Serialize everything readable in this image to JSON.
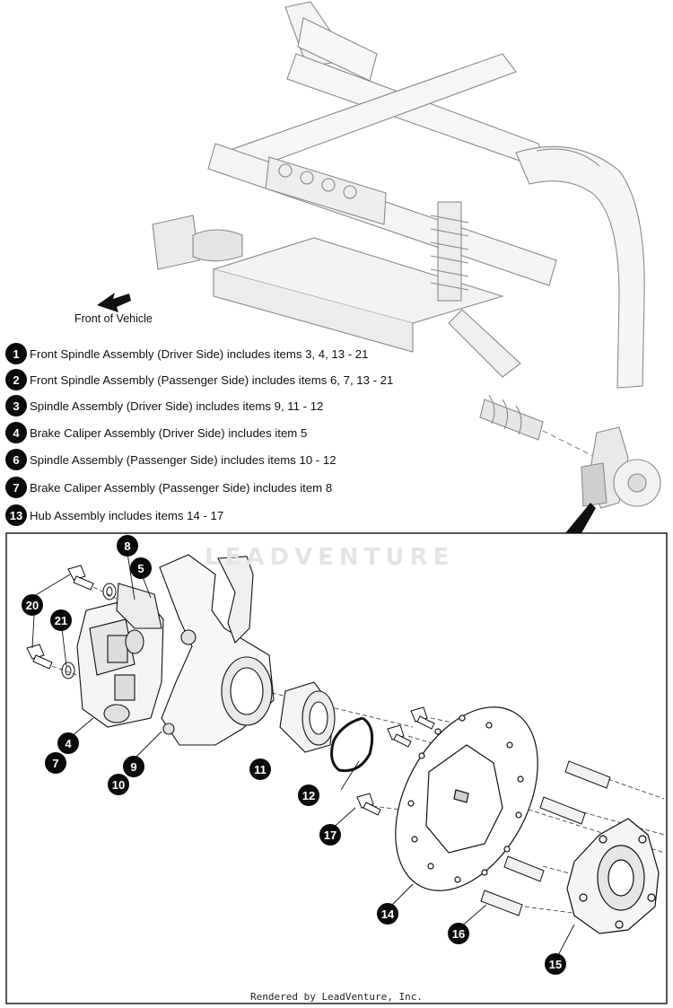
{
  "front_label": "Front of Vehicle",
  "legend": [
    {
      "num": "1",
      "text": "Front Spindle Assembly (Driver Side) includes items 3, 4, 13 - 21"
    },
    {
      "num": "2",
      "text": "Front Spindle Assembly (Passenger Side) includes items 6, 7, 13 - 21"
    },
    {
      "num": "3",
      "text": "Spindle Assembly (Driver Side) includes items 9, 11 - 12"
    },
    {
      "num": "4",
      "text": "Brake Caliper Assembly (Driver Side) includes item 5"
    },
    {
      "num": "6",
      "text": "Spindle Assembly (Passenger Side) includes items 10 - 12"
    },
    {
      "num": "7",
      "text": "Brake Caliper Assembly (Passenger Side) includes item 8"
    },
    {
      "num": "13",
      "text": "Hub Assembly includes items 14 - 17"
    }
  ],
  "callouts": [
    "8",
    "5",
    "20",
    "21",
    "4",
    "7",
    "9",
    "10",
    "11",
    "12",
    "17",
    "14",
    "16",
    "15"
  ],
  "watermark": "LEADVENTURE",
  "footer": "Rendered by LeadVenture, Inc."
}
